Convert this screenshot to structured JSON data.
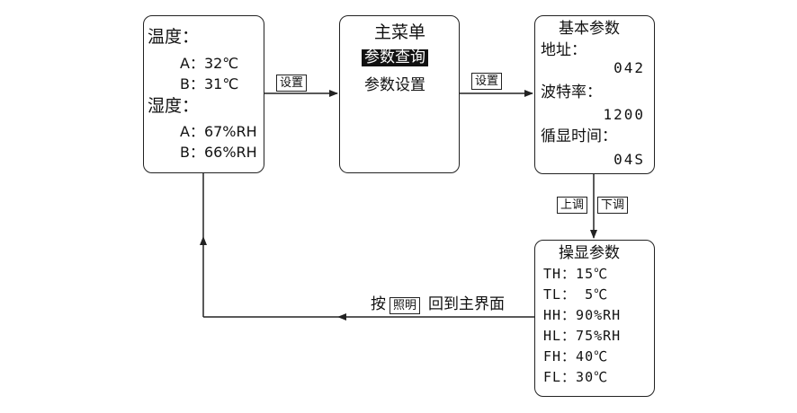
{
  "status_box": {
    "temp_title": "温度：",
    "temp_a": "A：32℃",
    "temp_b": "B：31℃",
    "hum_title": "湿度：",
    "hum_a": "A：67%RH",
    "hum_b": "B：66%RH"
  },
  "main_menu": {
    "title": "主菜单",
    "item_query": "参数查询",
    "item_setting": "参数设置"
  },
  "basic_params": {
    "title": "基本参数",
    "address_label": "地址：",
    "address_value": "042",
    "baud_label": "波特率：",
    "baud_value": "1200",
    "cycle_label": "循显时间：",
    "cycle_value": "04S"
  },
  "control_params": {
    "title": "操显参数",
    "th": "TH：15℃",
    "tl": "TL： 5℃",
    "hh": "HH：90%RH",
    "hl": "HL：75%RH",
    "fh": "FH：40℃",
    "fl": "FL：30℃"
  },
  "arrow_labels": {
    "set_1": "设置",
    "set_2": "设置",
    "up": "上调",
    "down": "下调",
    "return_prefix": "按",
    "return_key": "照明",
    "return_suffix": "回到主界面"
  }
}
